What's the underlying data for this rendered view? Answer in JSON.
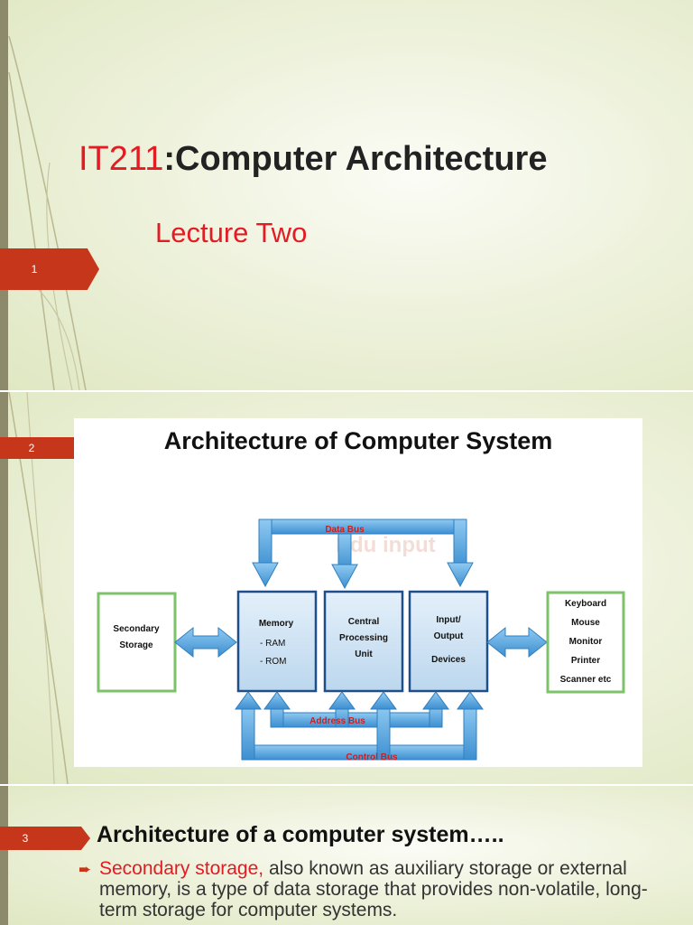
{
  "slides": [
    {
      "number": "1",
      "title_code": "IT211",
      "title_rest": ":Computer Architecture",
      "subtitle": "Lecture Two"
    },
    {
      "number": "2",
      "diagram": {
        "title": "Architecture of Computer System",
        "watermark": "Edu input",
        "secondary_storage": [
          "Secondary",
          "Storage"
        ],
        "memory": [
          "Memory",
          "- RAM",
          "- ROM"
        ],
        "cpu": [
          "Central",
          "Processing",
          "Unit"
        ],
        "io": [
          "Input/",
          "Output",
          "Devices"
        ],
        "peripherals": [
          "Keyboard",
          "Mouse",
          "Monitor",
          "Printer",
          "Scanner etc"
        ],
        "data_bus": "Data Bus",
        "address_bus": "Address Bus",
        "control_bus": "Control Bus"
      }
    },
    {
      "number": "3",
      "heading": "Architecture of a computer system…..",
      "bullet_highlight": "Secondary storage,",
      "bullet_text": " also known as auxiliary storage or external memory, is a type of data storage that provides non-volatile, long-term storage for computer systems."
    }
  ],
  "colors": {
    "accent_red": "#e31b23",
    "tab_red": "#c5361a",
    "bus_blue": "#4aa3e0",
    "box_blue": "#cfe3f3",
    "box_green_border": "#7cc36a"
  }
}
